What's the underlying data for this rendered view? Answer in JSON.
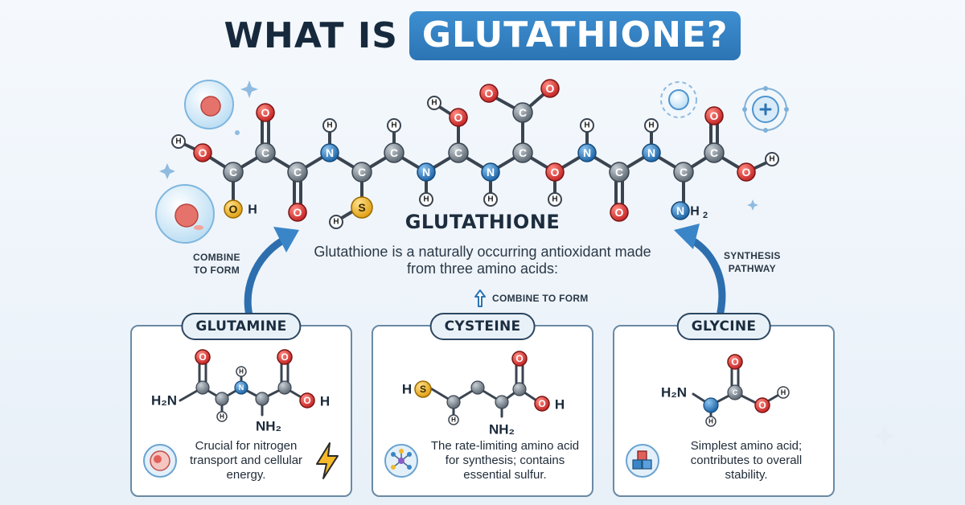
{
  "header": {
    "title_dark": "WHAT IS",
    "title_highlight": "GLUTATHIONE?"
  },
  "molecule": {
    "atoms": {
      "oh_left": "O",
      "h_left": "H",
      "c_left": "C",
      "o_top1": "O",
      "c_top1": "C",
      "o_oh": "O",
      "oh_h": "H",
      "c_2": "C",
      "o_bot1": "O",
      "n_1": "N",
      "h_n1": "H",
      "c_s": "C",
      "s": "S",
      "h_s": "H",
      "c_3": "C",
      "h_c3": "H",
      "n_2": "N",
      "h_n2": "H",
      "c_4": "C",
      "o_4": "O",
      "h_o4": "H",
      "n_3": "N",
      "h_n3": "H",
      "c_5": "C",
      "c_cooh": "C",
      "o_cooh1": "O",
      "o_cooh2": "O",
      "o_mid": "O",
      "h_omid": "H",
      "n_4": "N",
      "h_n4": "H",
      "c_6": "C",
      "o_bot2": "O",
      "n_5": "N",
      "h_n5": "H",
      "c_7": "C",
      "n_h2": "N",
      "c_8": "C",
      "o_top2": "O",
      "o_right": "O",
      "h_right": "H"
    },
    "suffixes": {
      "oh": "H",
      "nh2": "H",
      "nh2_sub": "2"
    }
  },
  "center": {
    "title": "GLUTATHIONE",
    "description": "Glutathione is a naturally occurring antioxidant made from three amino acids:",
    "combine": "COMBINE TO FORM"
  },
  "left_label": {
    "line1": "COMBINE",
    "line2": "TO FORM"
  },
  "right_label": {
    "line1": "SYNTHESIS",
    "line2": "PATHWAY"
  },
  "cards": [
    {
      "name": "GLUTAMINE",
      "description": "Crucial for nitrogen transport and cellular energy.",
      "structure": {
        "left": "H₂N",
        "oh_o": "O",
        "oh_h": "H",
        "bottom": "NH₂",
        "o1": "O",
        "o2": "O",
        "n": "N",
        "h1": "H",
        "h2": "H",
        "h3": "H"
      }
    },
    {
      "name": "CYSTEINE",
      "description": "The rate-limiting amino acid for synthesis; contains essential sulfur.",
      "structure": {
        "hs_h": "H",
        "s": "S",
        "oh_o": "O",
        "oh_h": "H",
        "bottom": "NH₂",
        "o1": "O",
        "h1": "H",
        "h2": "H"
      }
    },
    {
      "name": "GLYCINE",
      "description": "Simplest amino acid; contributes to overall stability.",
      "structure": {
        "left": "H₂N",
        "c": "C",
        "o1": "O",
        "o2": "O",
        "h1": "H",
        "h2": "H",
        "h3": "H"
      }
    }
  ],
  "colors": {
    "oxygen": "#d63a3a",
    "carbon": "#7d8791",
    "nitrogen": "#2f7fc4",
    "sulfur": "#f2b92c",
    "hydrogen": "#ffffff",
    "accent": "#2c74b4",
    "dark": "#172a3d"
  },
  "icons": [
    "cell-icon",
    "sparkle-icon",
    "orbit-icon",
    "cross-target-icon",
    "lightning-icon",
    "network-icon",
    "cubes-icon"
  ]
}
